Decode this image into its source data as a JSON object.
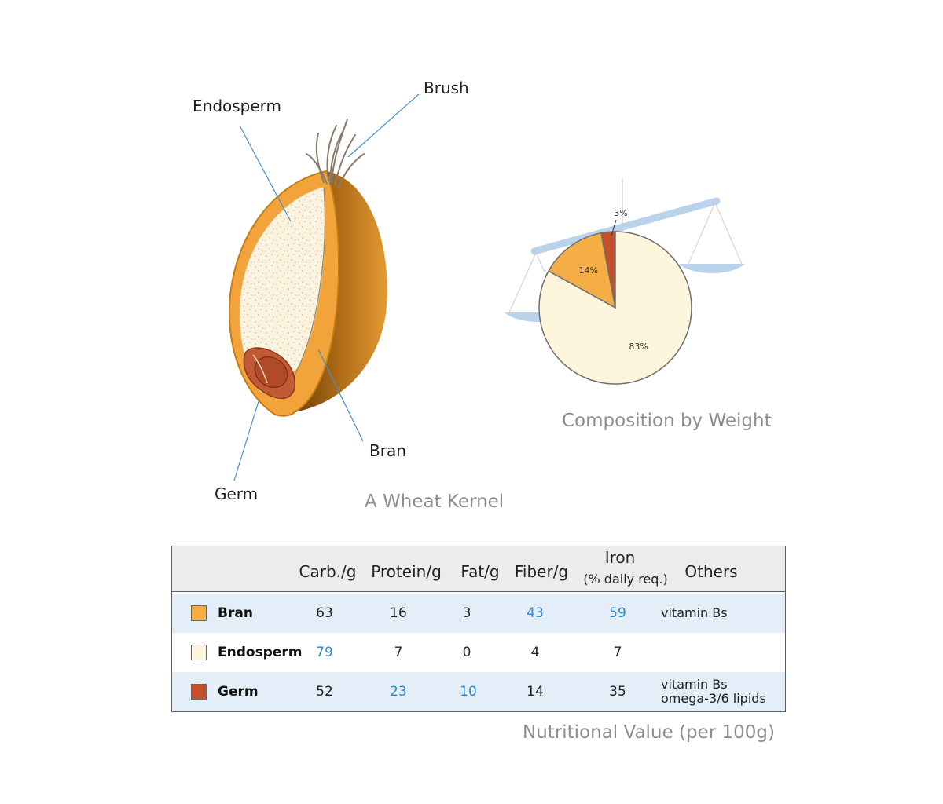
{
  "diagram": {
    "labels": {
      "endosperm": "Endosperm",
      "brush": "Brush",
      "bran": "Bran",
      "germ": "Germ"
    },
    "kernel_caption": "A Wheat Kernel",
    "composition_caption": "Composition by Weight"
  },
  "chart_data": {
    "type": "pie",
    "title": "Composition by Weight",
    "slices": [
      {
        "name": "Endosperm",
        "value": 83,
        "label": "83%",
        "color": "#fdf6dd"
      },
      {
        "name": "Bran",
        "value": 14,
        "label": "14%",
        "color": "#f5ad45"
      },
      {
        "name": "Germ",
        "value": 3,
        "label": "3%",
        "color": "#c64f2e"
      }
    ]
  },
  "table": {
    "title": "Nutritional Value (per 100g)",
    "columns": [
      "Carb./g",
      "Protein/g",
      "Fat/g",
      "Fiber/g",
      "Iron",
      "Others"
    ],
    "iron_sub": "(% daily req.)",
    "rows": [
      {
        "name": "Bran",
        "color": "#f5ad45",
        "values": [
          "63",
          "16",
          "3",
          "43",
          "59"
        ],
        "highlight": [
          false,
          false,
          false,
          true,
          true
        ],
        "others": [
          "vitamin Bs"
        ]
      },
      {
        "name": "Endosperm",
        "color": "#fdf6dd",
        "values": [
          "79",
          "7",
          "0",
          "4",
          "7"
        ],
        "highlight": [
          true,
          false,
          false,
          false,
          false
        ],
        "others": []
      },
      {
        "name": "Germ",
        "color": "#c64f2e",
        "values": [
          "52",
          "23",
          "10",
          "14",
          "35"
        ],
        "highlight": [
          false,
          true,
          true,
          false,
          false
        ],
        "others": [
          "vitamin Bs",
          "omega-3/6 lipids"
        ]
      }
    ]
  },
  "colors": {
    "bran": "#f5ad45",
    "endosperm": "#fdf6dd",
    "germ": "#c64f2e",
    "scale": "#b9d3ea",
    "highlight": "#2e87c8"
  }
}
